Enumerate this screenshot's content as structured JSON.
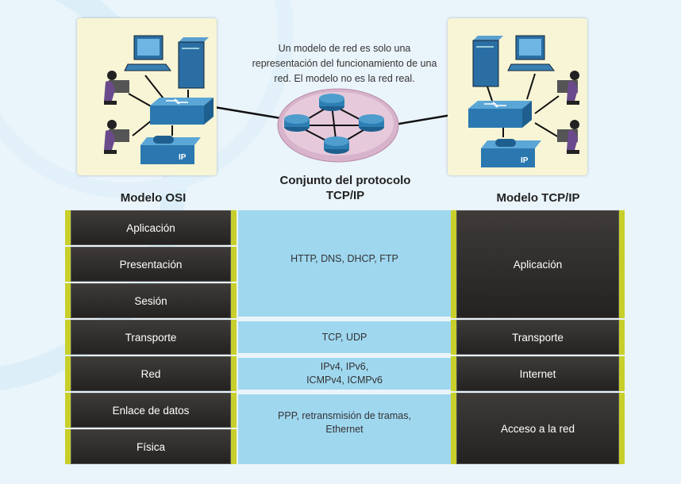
{
  "caption": "Un modelo de red es solo una representación del funcionamiento de una red. El modelo no es la red real.",
  "titles": {
    "osi": "Modelo OSI",
    "suite_line1": "Conjunto del protocolo",
    "suite_line2": "TCP/IP",
    "tcpip": "Modelo TCP/IP"
  },
  "osi_layers": [
    "Aplicación",
    "Presentación",
    "Sesión",
    "Transporte",
    "Red",
    "Enlace de datos",
    "Física"
  ],
  "protocols": {
    "upper": "HTTP, DNS, DHCP, FTP",
    "transport": "TCP, UDP",
    "network_line1": "IPv4, IPv6,",
    "network_line2": "ICMPv4, ICMPv6",
    "link_line1": "PPP, retransmisión de tramas,",
    "link_line2": "Ethernet"
  },
  "tcpip_layers": [
    "Aplicación",
    "Transporte",
    "Internet",
    "Acceso a la red"
  ],
  "icons": [
    "computer-icon",
    "server-tower-icon",
    "user-at-desk-icon",
    "switch-icon",
    "ip-phone-icon",
    "router-icon",
    "network-cloud-icon"
  ],
  "colors": {
    "layer_dark": "#2c2a28",
    "layer_accent": "#c8cf2a",
    "band_blue": "#9fd7ef",
    "panel_bg": "#f7f5d6",
    "router_blue": "#2d7fb3",
    "cloud_pink": "#dab7cf"
  }
}
